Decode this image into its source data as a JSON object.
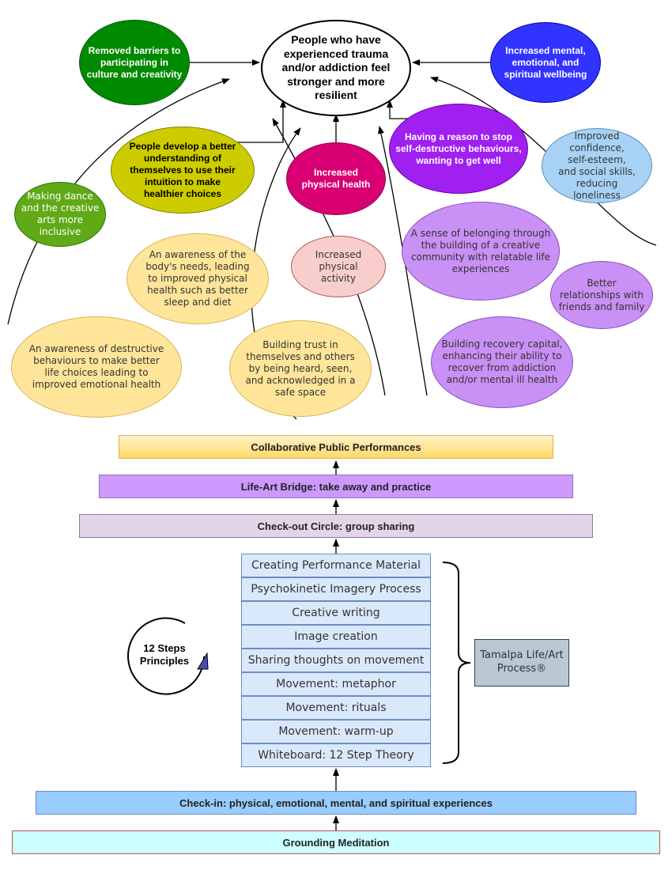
{
  "outcome_top": "People who have experienced trauma and/or addiction feel stronger and more resilient",
  "ellipses": {
    "removed_barriers": "Removed barriers to participating in culture and creativity",
    "increased_wellbeing": "Increased mental, emotional, and spiritual wellbeing",
    "understanding": "People develop a better understanding of themselves to use their intuition to make healthier choices",
    "physical_health": "Increased physical health",
    "reason_to_stop": "Having a reason to stop self-destructive behaviours, wanting to get well",
    "confidence": "Improved confidence, self-esteem, and social skills, reducing loneliness",
    "inclusive": "Making dance and the creative arts more inclusive",
    "body_needs": "An awareness of the body's needs, leading to improved physical health such as better sleep and diet",
    "physical_activity": "Increased physical activity",
    "belonging": "A sense of belonging through the building of a creative community with relatable life experiences",
    "relationships": "Better relationships with friends and family",
    "destructive_awareness": "An awareness of destructive behaviours to make better life choices leading to improved emotional health",
    "trust": "Building trust in themselves and others by being heard, seen, and acknowledged in a safe space",
    "recovery_capital": "Building recovery capital, enhancing their ability to recover from addiction and/or mental ill health"
  },
  "bars": {
    "performances": "Collaborative Public Performances",
    "life_art_bridge": "Life-Art Bridge: take away and practice",
    "check_out": "Check-out Circle: group sharing",
    "check_in": "Check-in: physical, emotional, mental, and spiritual experiences",
    "grounding": "Grounding Meditation"
  },
  "process_steps": [
    "Creating Performance Material",
    "Psychokinetic Imagery Process",
    "Creative writing",
    "Image creation",
    "Sharing thoughts on movement",
    "Movement: metaphor",
    "Movement: rituals",
    "Movement: warm-up",
    "Whiteboard: 12 Step Theory"
  ],
  "tamalpa_label": "Tamalpa Life/Art Process®",
  "twelve_steps_label": "12 Steps Principles",
  "colors": {
    "dark_green": "#008a00",
    "blue": "#3333ff",
    "olive": "#cccc00",
    "magenta": "#d80073",
    "purple": "#a020f0",
    "light_blue": "#a7d2f5",
    "green": "#60a917",
    "gold_light": "#ffe599",
    "pink_light": "#f8cecc",
    "lavender": "#c990f5",
    "performances_bar": "#ffe9a0",
    "bridge_bar": "#cc99ff",
    "checkout_bar": "#e1d5e7",
    "checkin_bar": "#99ccff",
    "grounding_bar": "#ccffff",
    "step_fill": "#dae8fc",
    "tamalpa_fill": "#bac8d3"
  }
}
